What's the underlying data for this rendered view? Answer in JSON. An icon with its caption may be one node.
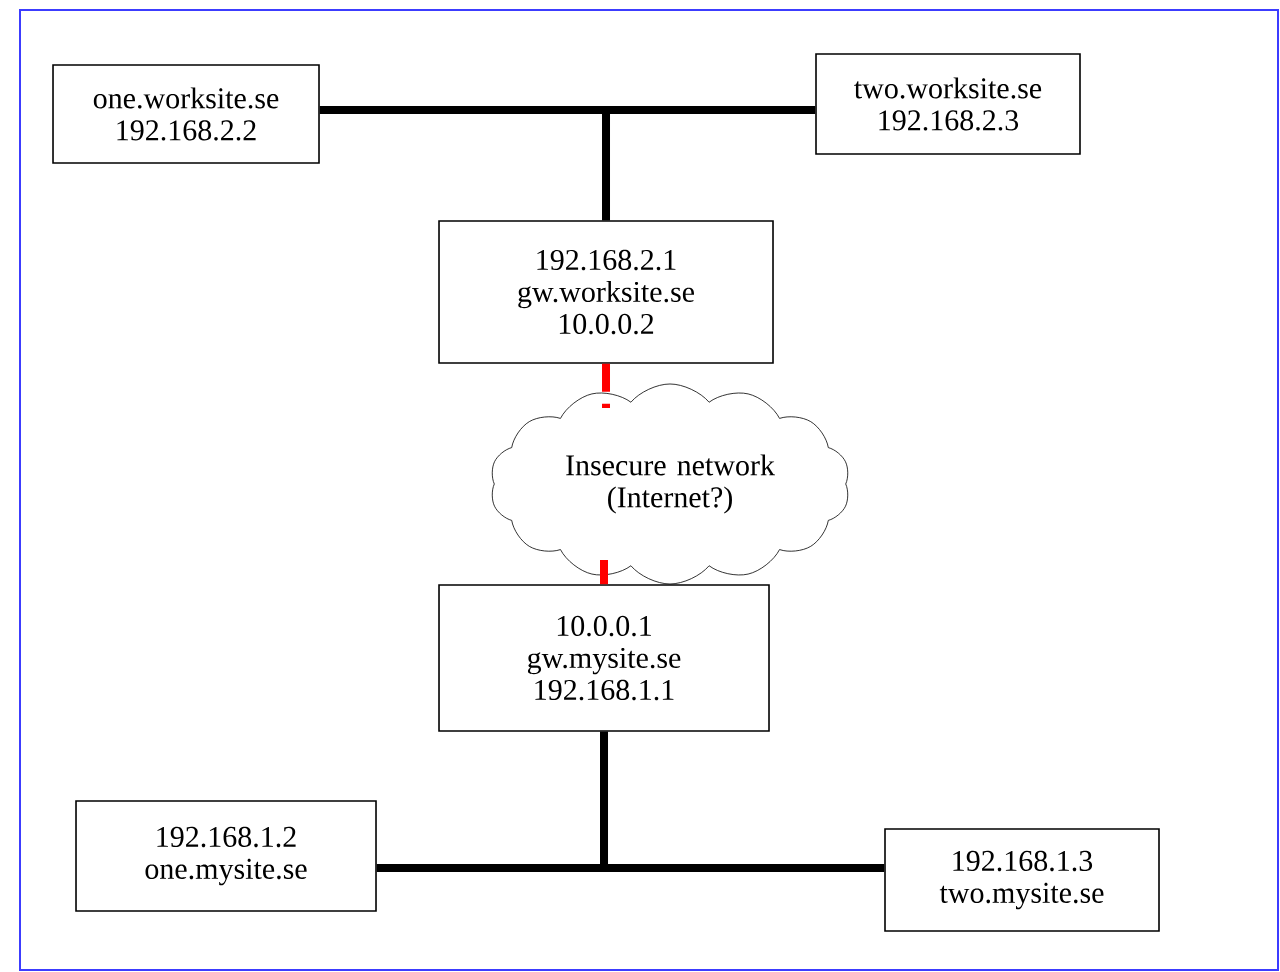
{
  "diagram": {
    "nodes": [
      {
        "text": [
          "one.worksite.se",
          "192.168.2.2"
        ]
      },
      {
        "text": [
          "two.worksite.se",
          "192.168.2.3"
        ]
      },
      {
        "text": [
          "192.168.2.1",
          "gw.worksite.se",
          "10.0.0.2"
        ]
      },
      {
        "text": [
          "Insecure network (Internet?)"
        ]
      },
      {
        "text": [
          "10.0.0.1",
          "gw.mysite.se",
          "192.168.1.1"
        ]
      },
      {
        "text": [
          "192.168.1.2",
          "one.mysite.se"
        ]
      },
      {
        "text": [
          "192.168.1.3",
          "two.mysite.se"
        ]
      }
    ],
    "edges": [
      {
        "from": 0,
        "to": 2,
        "arrow": "none"
      },
      {
        "from": 1,
        "to": 2,
        "arrow": "none"
      },
      {
        "from": 2,
        "to": 3,
        "arrow": "none",
        "style": "dashed",
        "color": "#ff0000"
      },
      {
        "from": 3,
        "to": 4,
        "arrow": "none",
        "style": "dashed",
        "color": "#ff0000"
      },
      {
        "from": 5,
        "to": 4,
        "arrow": "none"
      },
      {
        "from": 6,
        "to": 4,
        "arrow": "none"
      }
    ]
  }
}
